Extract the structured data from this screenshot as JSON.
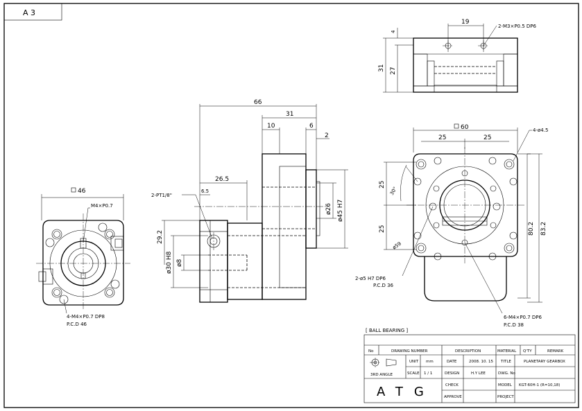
{
  "sheet": {
    "id": "A 3"
  },
  "left_view": {
    "square": "46",
    "tapped_hole": "M4×P0.7",
    "note_line1": "4-M4×P0.7 DP8",
    "note_line2": "P.C.D 46"
  },
  "side_view": {
    "dim_total": "66",
    "dim_31": "31",
    "dim_10": "10",
    "dim_6": "6",
    "dim_2": "2",
    "dim_26_5": "26.5",
    "dim_6_5": "6.5",
    "pt_hole": "2-PT1/8\"",
    "dim_29_2": "29.2",
    "dim_30_h8": "ø30 H8",
    "dim_8": "ø8",
    "dim_26": "ø26",
    "dim_45_h7": "ø45 H7"
  },
  "top_view": {
    "dim_19": "19",
    "dim_4": "4",
    "dim_31": "31",
    "dim_27": "27",
    "thread_note": "2-M3×P0.5 DP6"
  },
  "flange_view": {
    "square": "60",
    "dim_25_h1": "25",
    "dim_25_h2": "25",
    "hole_note": "4-ø4.5",
    "dim_25_v1": "25",
    "dim_25_v2": "25",
    "angle": "30°",
    "dim_59": "ø59",
    "dim_80_2": "80.2",
    "dim_83_2": "83.2",
    "pin_note_1": "2-ø5 H7 DP6",
    "pin_note_2": "P.C.D 36",
    "tap_note_1": "6-M4×P0.7 DP6",
    "tap_note_2": "P.C.D 38"
  },
  "title_block": {
    "bearing_label": "[ BALL BEARING ]",
    "headers": [
      "No",
      "DRAWING NUMBER",
      "DESCRIPTION",
      "MATERIAL",
      "Q'TY",
      "REMARK"
    ],
    "angle_label": "3RD ANGLE",
    "unit_label": "UNIT",
    "unit_value": "mm",
    "scale_label": "SCALE",
    "scale_value": "1 / 1",
    "date_label": "DATE",
    "date_value": "2008. 10. 15",
    "design_label": "DESIGN",
    "design_value": "H.Y LEE",
    "check_label": "CHECK",
    "approve_label": "APPROVE",
    "title_label": "TITLE",
    "title_value": "PLANETARY GEARBOX",
    "dwg_label": "DWG. No",
    "model_label": "MODEL",
    "model_value": "KGT-60H-1 (R=10,18)",
    "project_label": "PROJECT",
    "company": "ATG"
  }
}
